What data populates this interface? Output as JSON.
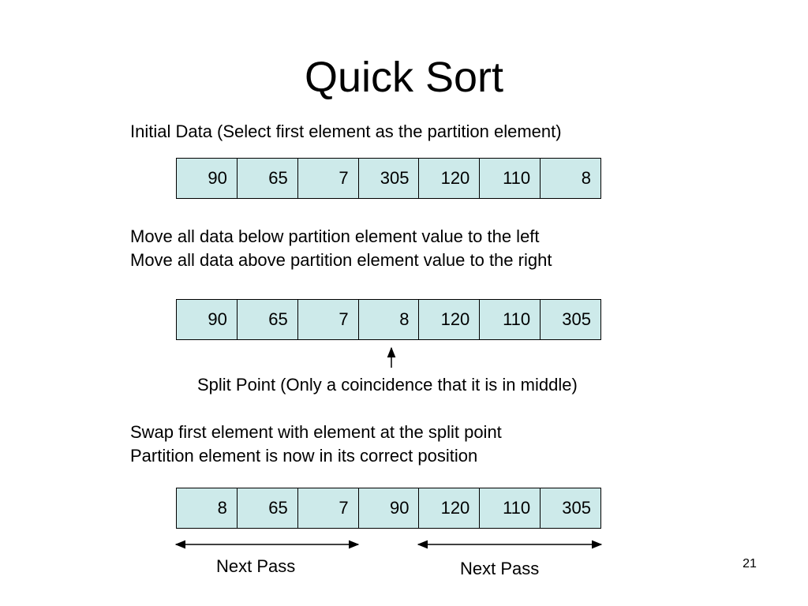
{
  "slide": {
    "title": "Quick Sort",
    "page_number": "21"
  },
  "step1": {
    "caption": "Initial Data (Select first element as the partition element)",
    "values": [
      "90",
      "65",
      "7",
      "305",
      "120",
      "110",
      "8"
    ]
  },
  "step2": {
    "caption_line1": "Move all data below partition element value to the left",
    "caption_line2": "Move all data above partition element value to the right",
    "values": [
      "90",
      "65",
      "7",
      "8",
      "120",
      "110",
      "305"
    ],
    "split_label": "Split Point (Only a coincidence that it is in middle)"
  },
  "step3": {
    "caption_line1": "Swap first element with element at the split point",
    "caption_line2": "Partition element is now in its correct position",
    "values": [
      "8",
      "65",
      "7",
      "90",
      "120",
      "110",
      "305"
    ]
  },
  "passes": {
    "left_label": "Next Pass",
    "right_label": "Next Pass"
  },
  "colors": {
    "cell_fill": "#cdeaea",
    "border": "#000000"
  }
}
